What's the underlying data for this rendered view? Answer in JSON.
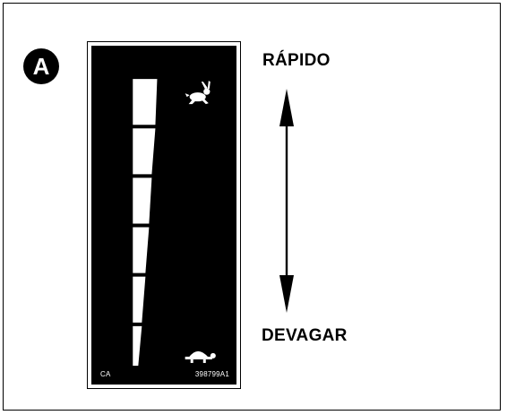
{
  "figure": {
    "badge_letter": "A",
    "label_fast": "RÁPIDO",
    "label_slow": "DEVAGAR",
    "panel": {
      "caption_left": "CA",
      "caption_right": "398799A1",
      "segment_count": 6,
      "fast_icon": "rabbit-icon",
      "slow_icon": "turtle-icon"
    },
    "arrow": "double-headed-vertical-arrow",
    "colors": {
      "ink": "#000000",
      "paper": "#ffffff"
    }
  }
}
